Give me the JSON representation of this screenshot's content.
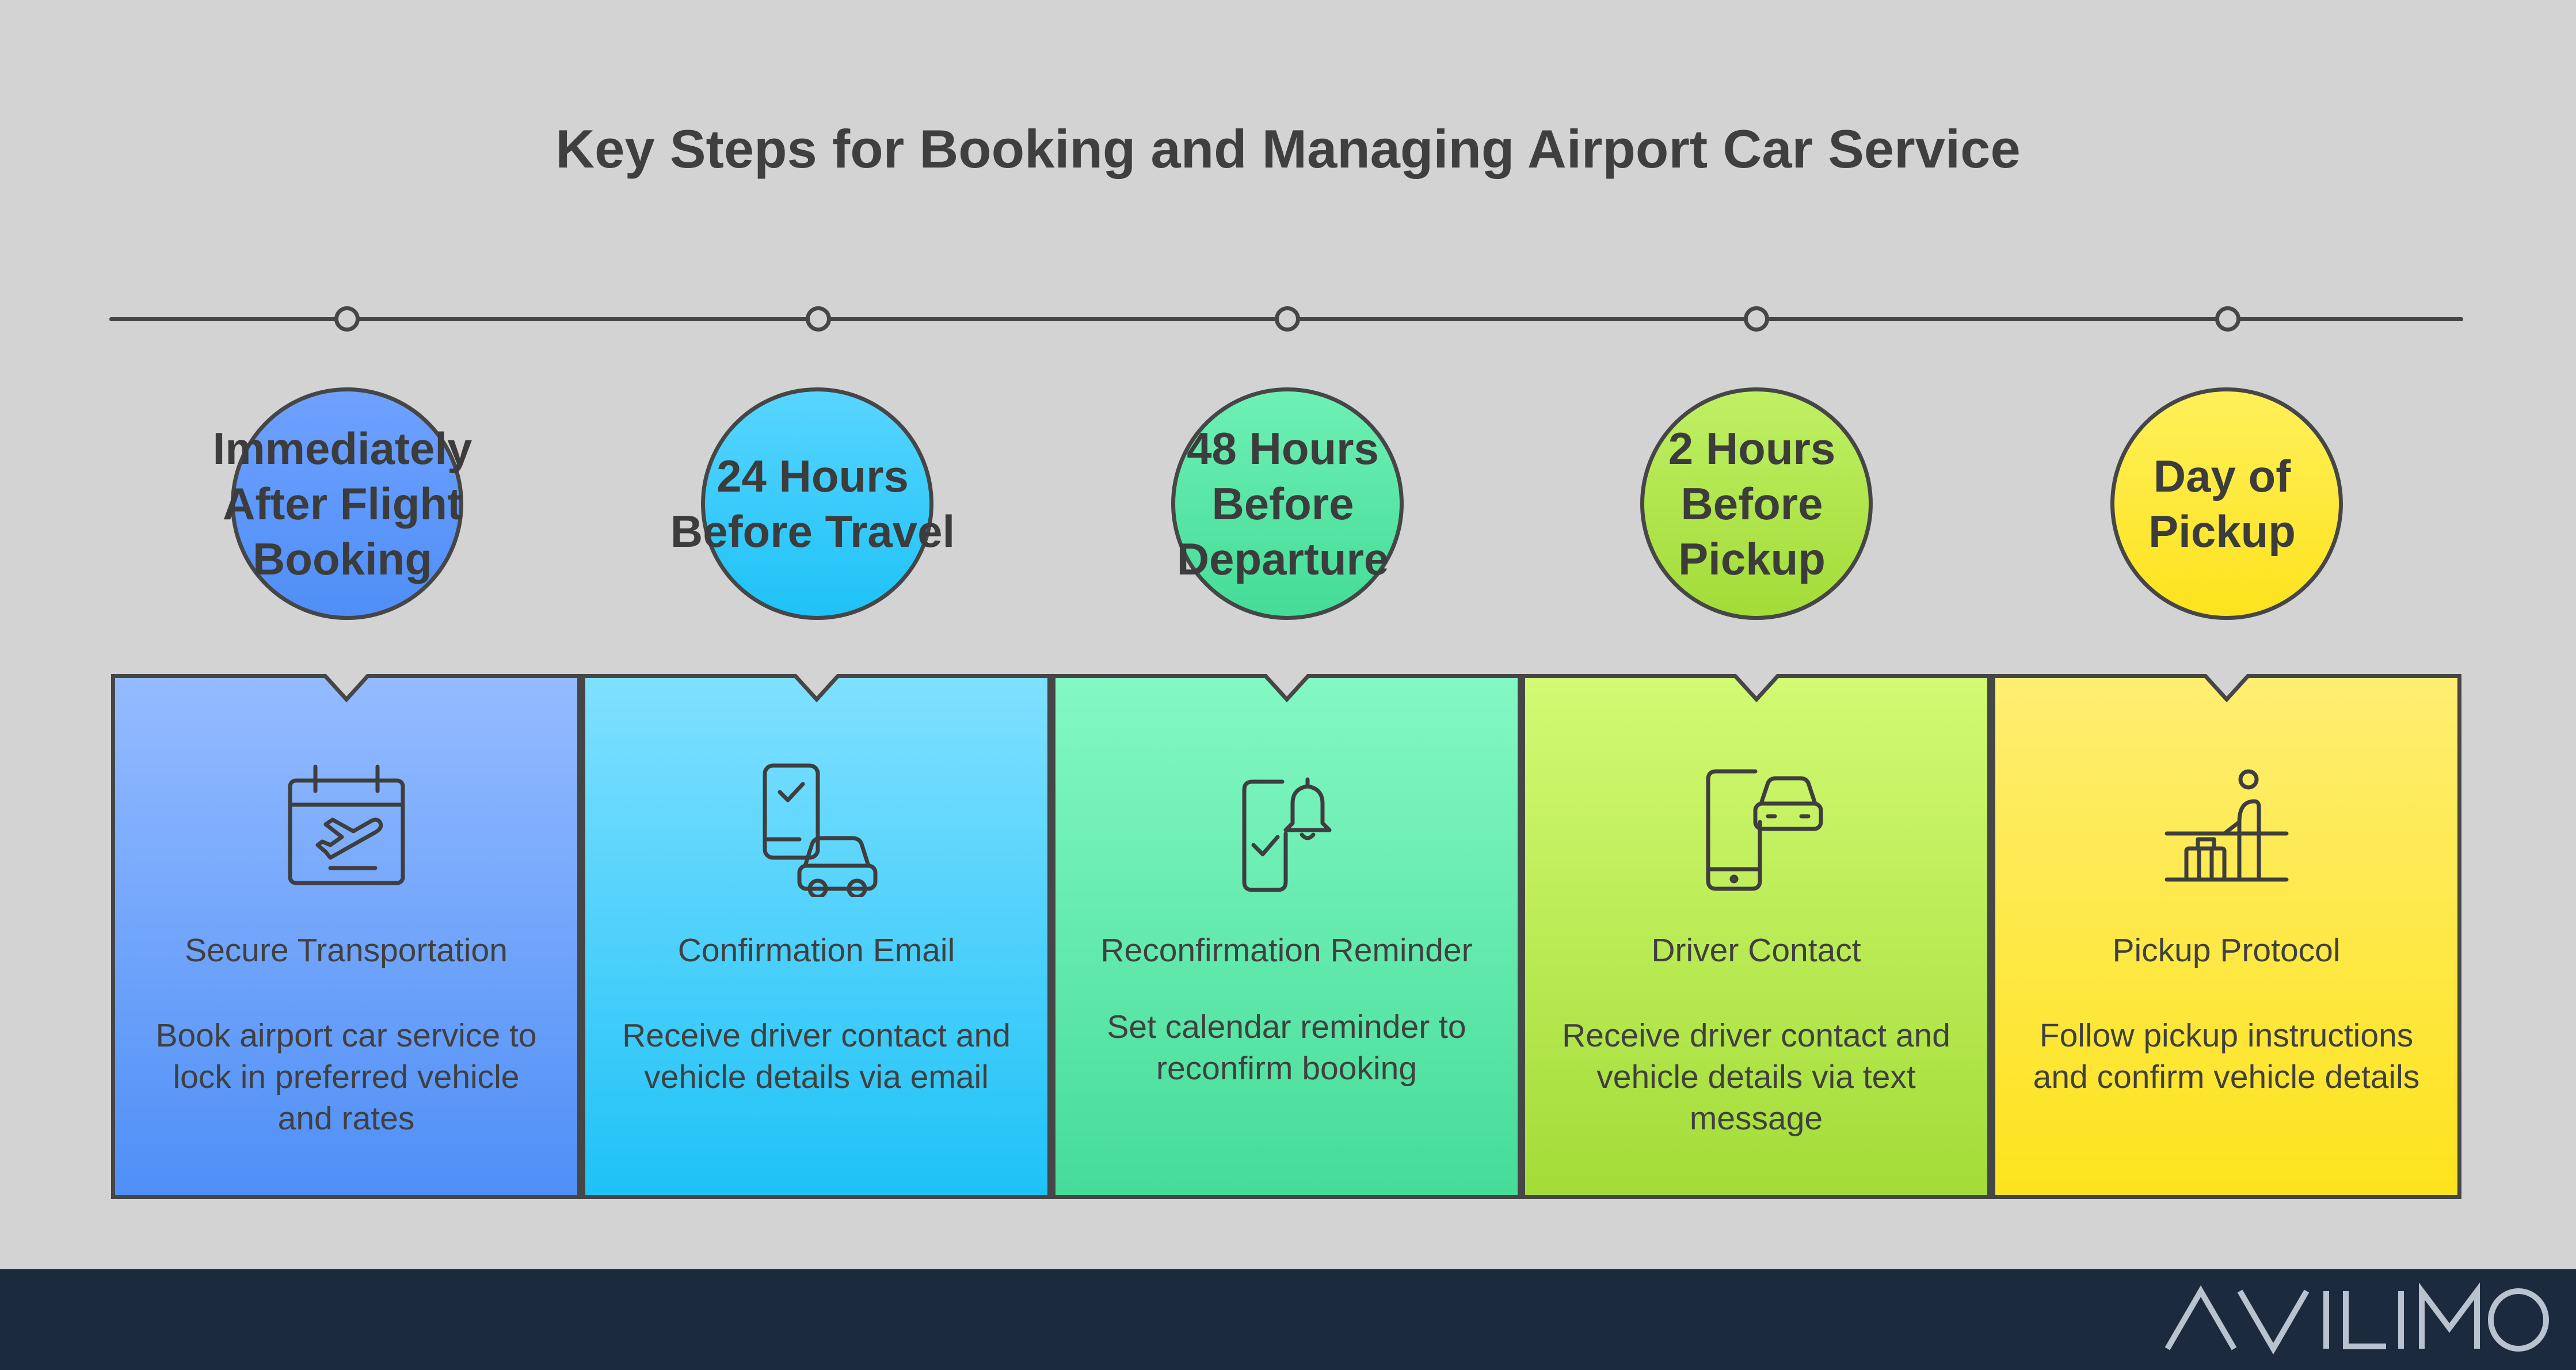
{
  "title": "Key Steps for Booking and Managing Airport Car Service",
  "steps": [
    {
      "time": "Immediately After Flight Booking",
      "heading": "Secure Transportation",
      "description": "Book airport car service to lock in preferred vehicle and rates",
      "icon": "calendar-airplane-icon",
      "color_top": "#94bbff",
      "color_bottom": "#4f8ff7",
      "circle_top": "#6fa1ff",
      "circle_bottom": "#4f8ff7"
    },
    {
      "time": "24 Hours Before Travel",
      "heading": "Confirmation Email",
      "description": "Receive driver contact and vehicle details via email",
      "icon": "phone-check-car-icon",
      "color_top": "#7fe0ff",
      "color_bottom": "#1ec2f7",
      "circle_top": "#58d5ff",
      "circle_bottom": "#1ec2f7"
    },
    {
      "time": "48 Hours Before Departure",
      "heading": "Reconfirmation Reminder",
      "description": "Set calendar reminder to reconfirm booking",
      "icon": "phone-check-bell-icon",
      "color_top": "#83f8c4",
      "color_bottom": "#45dc98",
      "circle_top": "#6ef0b4",
      "circle_bottom": "#45dc98"
    },
    {
      "time": "2 Hours Before Pickup",
      "heading": "Driver Contact",
      "description": "Receive driver contact and vehicle details via text message",
      "icon": "phone-car-icon",
      "color_top": "#d2fa73",
      "color_bottom": "#a3dc38",
      "circle_top": "#bff064",
      "circle_bottom": "#a3dc38"
    },
    {
      "time": "Day of Pickup",
      "heading": "Pickup Protocol",
      "description": "Follow pickup instructions and confirm vehicle details",
      "icon": "person-luggage-icon",
      "color_top": "#ffee72",
      "color_bottom": "#fde31d",
      "circle_top": "#fff05a",
      "circle_bottom": "#fde31d"
    }
  ],
  "footer": {
    "logo_text": "AVILIMO",
    "background": "#1b2a3d",
    "logo_color": "#b9c3cf"
  }
}
